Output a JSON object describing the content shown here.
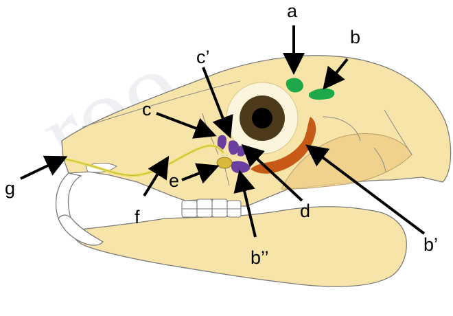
{
  "watermark": "roo",
  "colors": {
    "skull_fill": "#f7e4a8",
    "skull_outline": "#7a7a7a",
    "eye_outer": "#fbf5dd",
    "eye_iris": "#4c3a1b",
    "eye_pupil": "#000000",
    "gland_green": "#1fa84a",
    "gland_orange": "#c85a17",
    "gland_purple": "#6a3fa0",
    "gland_yellow": "#d8b93a",
    "duct_yellow": "#e8e05a",
    "arrow": "#000000"
  },
  "labels": {
    "a": "a",
    "b": "b",
    "b_prime": "b’",
    "b_double_prime": "b’’",
    "c": "c",
    "c_prime": "c’",
    "d": "d",
    "e": "e",
    "f": "f",
    "g": "g"
  }
}
